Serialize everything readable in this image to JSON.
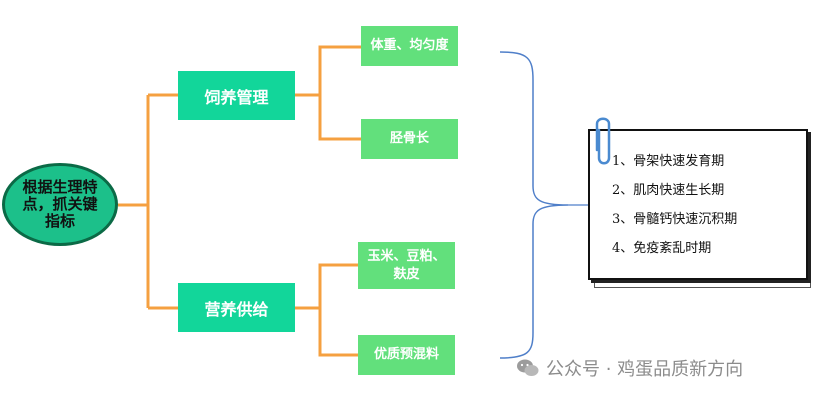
{
  "diagram": {
    "root": "根据生理特点，抓关键指标",
    "branches": [
      {
        "label": "饲养管理",
        "children": [
          "体重、均匀度",
          "胫骨长"
        ]
      },
      {
        "label": "营养供给",
        "children": [
          "玉米、豆粕、麸皮",
          "优质预混料"
        ]
      }
    ],
    "card_items": [
      "1、骨架快速发育期",
      "2、肌肉快速生长期",
      "3、骨髓钙快速沉积期",
      "4、免疫紊乱时期"
    ]
  },
  "watermark": {
    "text": "公众号 · 鸡蛋品质新方向"
  },
  "colors": {
    "primary_box": "#12d69a",
    "secondary_box": "#62e07c",
    "root": "#1cc08a",
    "connector": "#f5a040",
    "brace": "#4f7fc9"
  }
}
